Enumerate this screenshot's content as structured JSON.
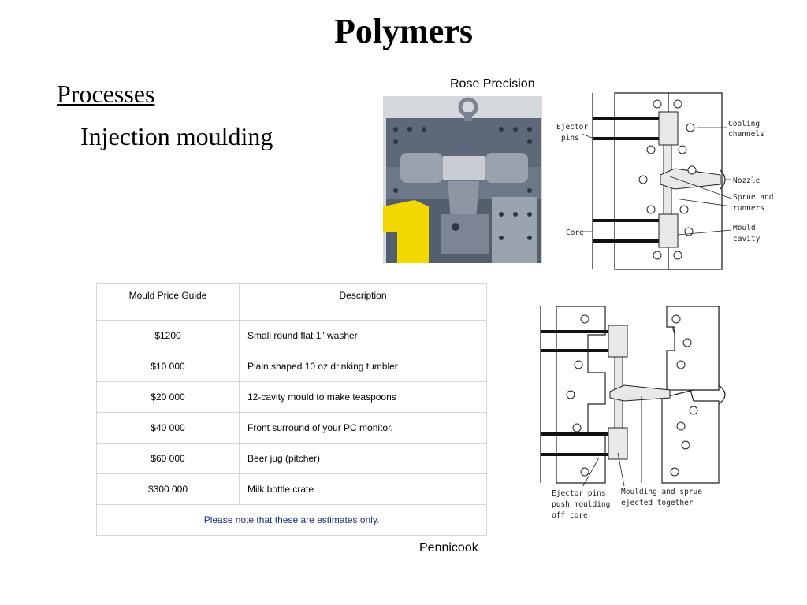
{
  "slide": {
    "title": "Polymers",
    "heading": "Processes",
    "subheading": "Injection moulding"
  },
  "captions": {
    "photo_credit": "Rose Precision",
    "table_credit": "Pennicook"
  },
  "top_diagram": {
    "labels": {
      "ejector_1": "Ejector",
      "ejector_2": "pins",
      "cooling_1": "Cooling",
      "cooling_2": "channels",
      "nozzle": "Nozzle",
      "sprue_1": "Sprue and",
      "sprue_2": "runners",
      "mould_1": "Mould",
      "mould_2": "cavity",
      "core": "Core"
    }
  },
  "bottom_diagram": {
    "labels": {
      "ejector_1": "Ejector pins",
      "ejector_2": "push moulding",
      "ejector_3": "off core",
      "moulding_1": "Moulding and sprue",
      "moulding_2": "ejected together"
    }
  },
  "price_table": {
    "headers": {
      "price": "Mould Price Guide",
      "description": "Description"
    },
    "rows": [
      {
        "price": "$1200",
        "description": "Small round flat 1\" washer"
      },
      {
        "price": "$10 000",
        "description": "Plain shaped 10 oz drinking tumbler"
      },
      {
        "price": "$20 000",
        "description": "12-cavity mould to make teaspoons"
      },
      {
        "price": "$40 000",
        "description": "Front surround of your PC monitor."
      },
      {
        "price": "$60 000",
        "description": "Beer jug (pitcher)"
      },
      {
        "price": "$300 000",
        "description": "Milk bottle crate"
      }
    ],
    "note": "Please note that these are estimates only."
  },
  "colors": {
    "note_text": "#1a2f8a",
    "photo_yellow": "#f2d800",
    "mould_steel": "#5d6878"
  }
}
